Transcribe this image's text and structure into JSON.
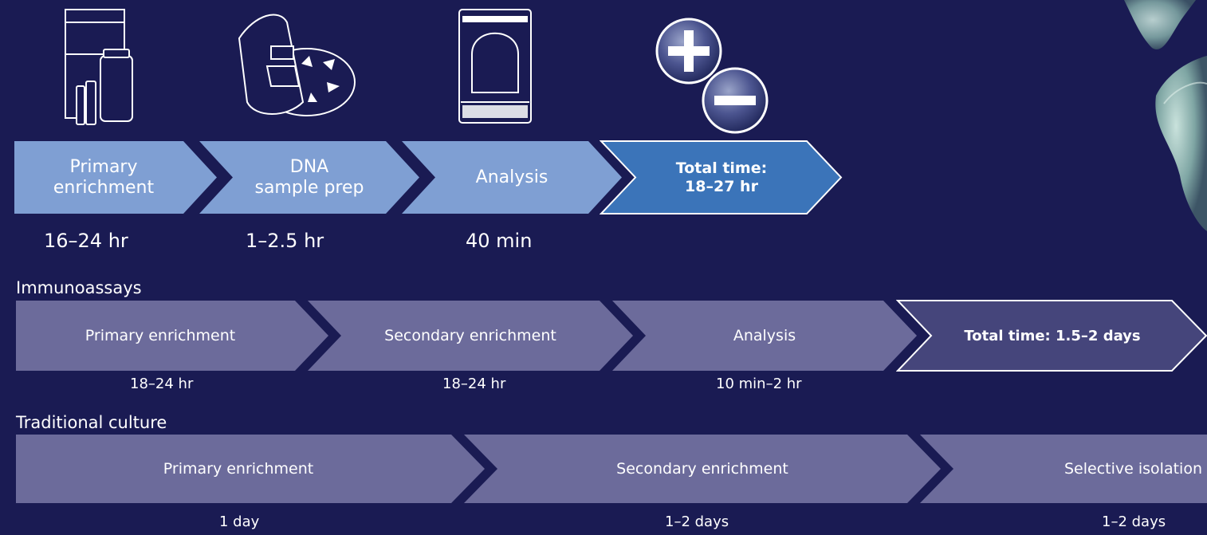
{
  "pcr": {
    "steps": [
      {
        "label_line1": "Primary",
        "label_line2": "enrichment",
        "time": "16–24 hr"
      },
      {
        "label_line1": "DNA",
        "label_line2": "sample prep",
        "time": "1–2.5 hr"
      },
      {
        "label_line1": "Analysis",
        "label_line2": "",
        "time": "40 min"
      }
    ],
    "total_line1": "Total time:",
    "total_line2": "18–27 hr"
  },
  "immunoassays": {
    "title": "Immunoassays",
    "steps": [
      {
        "label": "Primary enrichment",
        "time": "18–24 hr"
      },
      {
        "label": "Secondary enrichment",
        "time": "18–24 hr"
      },
      {
        "label": "Analysis",
        "time": "10 min–2 hr"
      }
    ],
    "total": "Total time: 1.5–2 days"
  },
  "traditional": {
    "title": "Traditional culture",
    "steps": [
      {
        "label": "Primary enrichment",
        "time": "1 day"
      },
      {
        "label": "Secondary enrichment",
        "time": "1–2 days"
      },
      {
        "label": "Selective isolation",
        "time": "1–2 days"
      }
    ]
  },
  "icons": [
    "enrichment-kit-icon",
    "sample-prep-instrument-icon",
    "analysis-instrument-icon",
    "positive-negative-result-icon",
    "bacteria-image"
  ],
  "colors": {
    "background": "#1a1b53",
    "pcr_step": "#7f9fd3",
    "pcr_total": "#3b74b9",
    "assay_step": "#6c6b9b",
    "assay_total": "#45457b"
  }
}
